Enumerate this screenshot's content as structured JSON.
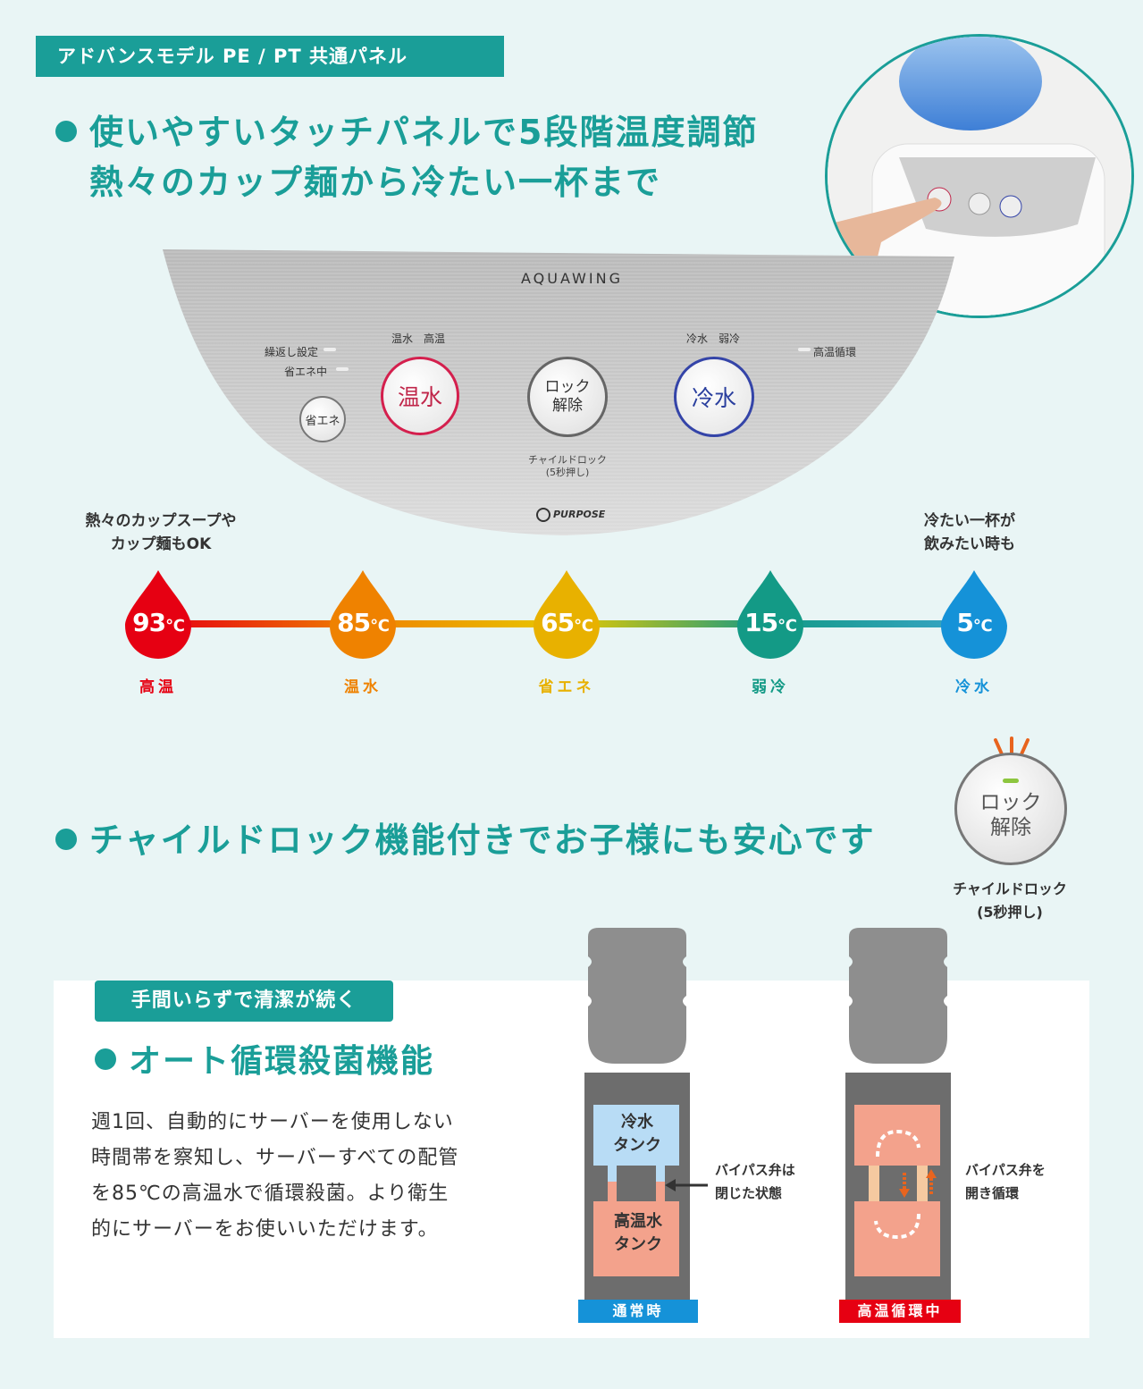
{
  "model_tag": "アドバンスモデル PE / PT 共通パネル",
  "headline1": {
    "line1": "使いやすいタッチパネルで5段階温度調節",
    "line2": "熱々のカップ麺から冷たい一杯まで"
  },
  "panel": {
    "brand": "AQUAWING",
    "repeat_setting": "繰返し設定",
    "eco_mode": "省エネ中",
    "eco_button": "省エネ",
    "hot_indicator": "温水　高温",
    "hot_button": "温水",
    "lock_button_line1": "ロック",
    "lock_button_line2": "解除",
    "lock_note_line1": "チャイルドロック",
    "lock_note_line2": "(5秒押し)",
    "cold_indicator": "冷水　弱冷",
    "cold_button": "冷水",
    "circulation": "高温循環",
    "maker": "PURPOSE"
  },
  "temps": {
    "left_caption_line1": "熱々のカップスープや",
    "left_caption_line2": "カップ麺もOK",
    "right_caption_line1": "冷たい一杯が",
    "right_caption_line2": "飲みたい時も",
    "items": [
      {
        "value": "93",
        "unit": "℃",
        "label": "高温",
        "color": "#e60012"
      },
      {
        "value": "85",
        "unit": "℃",
        "label": "温水",
        "color": "#ef8200"
      },
      {
        "value": "65",
        "unit": "℃",
        "label": "省エネ",
        "color": "#e8b100"
      },
      {
        "value": "15",
        "unit": "℃",
        "label": "弱冷",
        "color": "#139a86"
      },
      {
        "value": "5",
        "unit": "℃",
        "label": "冷水",
        "color": "#1592d8"
      }
    ]
  },
  "headline2": "チャイルドロック機能付きでお子様にも安心です",
  "lock_illustration": {
    "line1": "ロック",
    "line2": "解除",
    "caption_line1": "チャイルドロック",
    "caption_line2": "(5秒押し)"
  },
  "feature": {
    "tag": "手間いらずで清潔が続く",
    "title": "オート循環殺菌機能",
    "body": "週1回、自動的にサーバーを使用しない時間帯を察知し、サーバーすべての配管を85℃の高温水で循環殺菌。より衛生的にサーバーをお使いいただけます。"
  },
  "diagram": {
    "cold_tank_line1": "冷水",
    "cold_tank_line2": "タンク",
    "hot_tank_line1": "高温水",
    "hot_tank_line2": "タンク",
    "normal_note_line1": "バイパス弁は",
    "normal_note_line2": "閉じた状態",
    "normal_tag": "通常時",
    "circ_note_line1": "バイパス弁を",
    "circ_note_line2": "開き循環",
    "circ_tag": "高温循環中",
    "normal_tag_color": "#1592d8",
    "circ_tag_color": "#e60012"
  }
}
